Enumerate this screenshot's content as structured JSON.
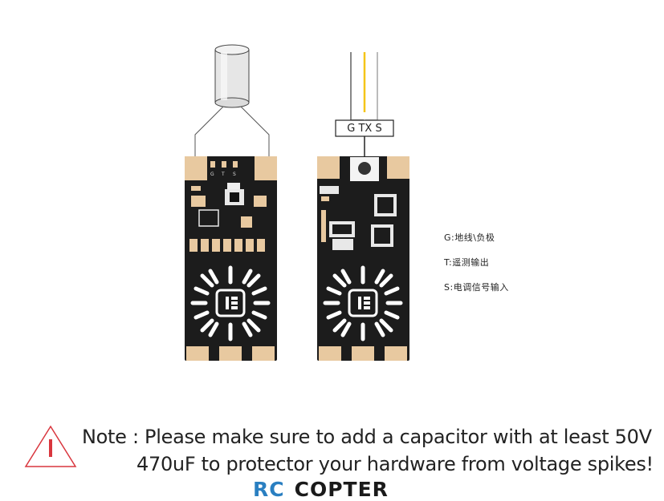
{
  "connector_label": "G TX S",
  "pad_labels": {
    "g": "G",
    "t": "T",
    "s": "S"
  },
  "legend": [
    {
      "key": "G",
      "text": "G:地线\\负极"
    },
    {
      "key": "T",
      "text": "T:遥测输出"
    },
    {
      "key": "S",
      "text": "S:电调信号输入"
    }
  ],
  "note": {
    "line1": "Note : Please make sure to add a capacitor with at least 50V",
    "line2": "470uF to protector your hardware from voltage spikes!"
  },
  "logo": {
    "part1": "RC",
    "part2": "COPTER"
  },
  "colors": {
    "pcb": "#1c1c1c",
    "gold": "#e8c9a0",
    "wire_yellow": "#f5c518",
    "warning_red": "#d9363e",
    "logo_blue": "#2a7fc1"
  }
}
